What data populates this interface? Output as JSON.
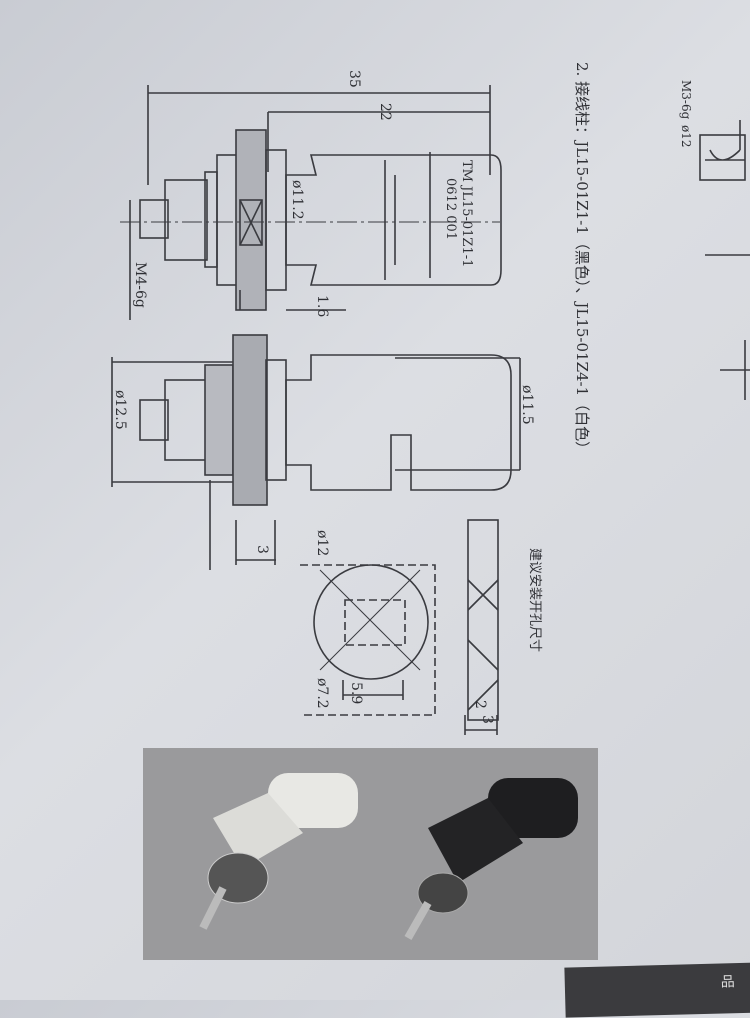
{
  "heading": "2. 接线柱：JL15-01Z1-1（黑色）、JL15-01Z4-1（白色）",
  "side_view": {
    "dim_total": "35",
    "dim_head": "22",
    "dim_bore": "ø11.2",
    "dim_plate": "1.6",
    "thread": "M4-6g",
    "marking_line1": "TM JL15-01Z1-1",
    "marking_line2": "0612 001"
  },
  "front_view": {
    "dim_flange": "ø12.5",
    "dim_head": "ø11.5",
    "dim_thickness": "3"
  },
  "mounting_hole": {
    "caption": "建议安装开孔尺寸",
    "dim_outer": "ø12",
    "dim_inner": "ø7.2",
    "dim_flat": "5.9",
    "dim_a": "2",
    "dim_b": "3"
  },
  "partial_top": {
    "dim_dia": "ø12",
    "thread": "M3-6g"
  },
  "footer_band_text": "品"
}
